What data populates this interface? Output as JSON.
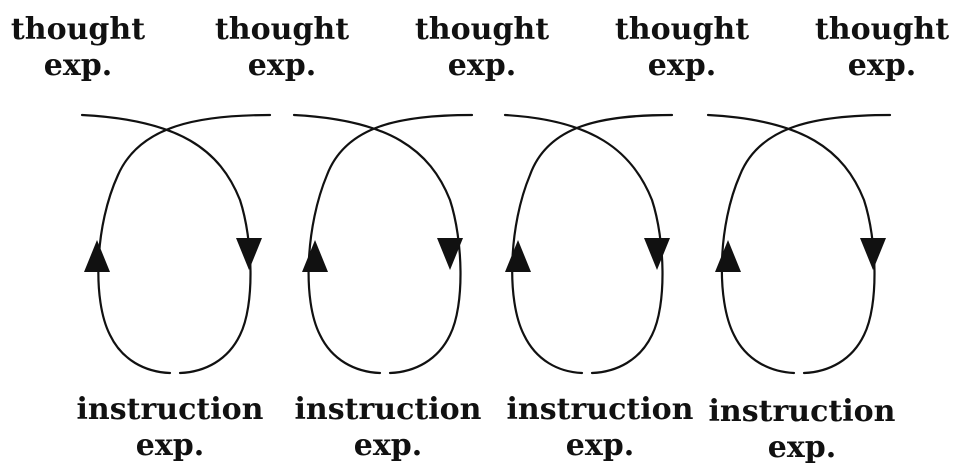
{
  "thought_labels": [
    {
      "line1": "thought",
      "line2": "exp."
    },
    {
      "line1": "thought",
      "line2": "exp."
    },
    {
      "line1": "thought",
      "line2": "exp."
    },
    {
      "line1": "thought",
      "line2": "exp."
    },
    {
      "line1": "thought",
      "line2": "exp."
    }
  ],
  "instruction_labels": [
    {
      "line1": "instruction",
      "line2": "exp."
    },
    {
      "line1": "instruction",
      "line2": "exp."
    },
    {
      "line1": "instruction",
      "line2": "exp."
    },
    {
      "line1": "instruction",
      "line2": "exp."
    }
  ],
  "colors": {
    "stroke": "#111111",
    "background": "#ffffff"
  }
}
